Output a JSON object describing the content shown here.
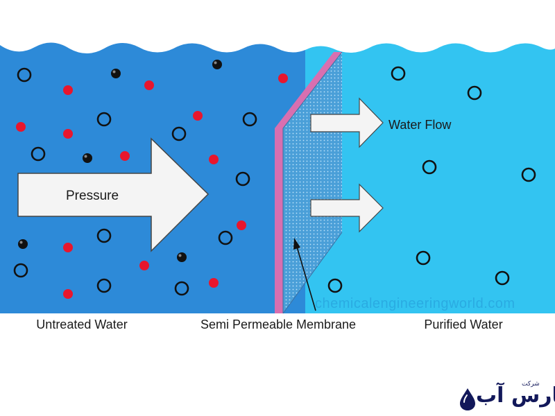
{
  "diagram": {
    "pressure_label": "Pressure",
    "water_flow_label": "Water Flow",
    "watermark": "chemicalengineeringworld.com",
    "captions": {
      "untreated": "Untreated Water",
      "membrane": "Semi Permeable Membrane",
      "purified": "Purified Water"
    },
    "colors": {
      "untreated_water": "#2d8ad8",
      "purified_water": "#33c4f1",
      "membrane_face": "#d86fb0",
      "membrane_mesh": "#5aa8dc",
      "red_particle": "#e8162d",
      "black_particle": "#111111",
      "arrow_fill": "#f4f4f4",
      "arrow_stroke": "#444444"
    }
  },
  "logo": {
    "text": "پارس آب",
    "small_text": "شرکت",
    "icon": "water-drop-icon",
    "color": "#12185a"
  }
}
